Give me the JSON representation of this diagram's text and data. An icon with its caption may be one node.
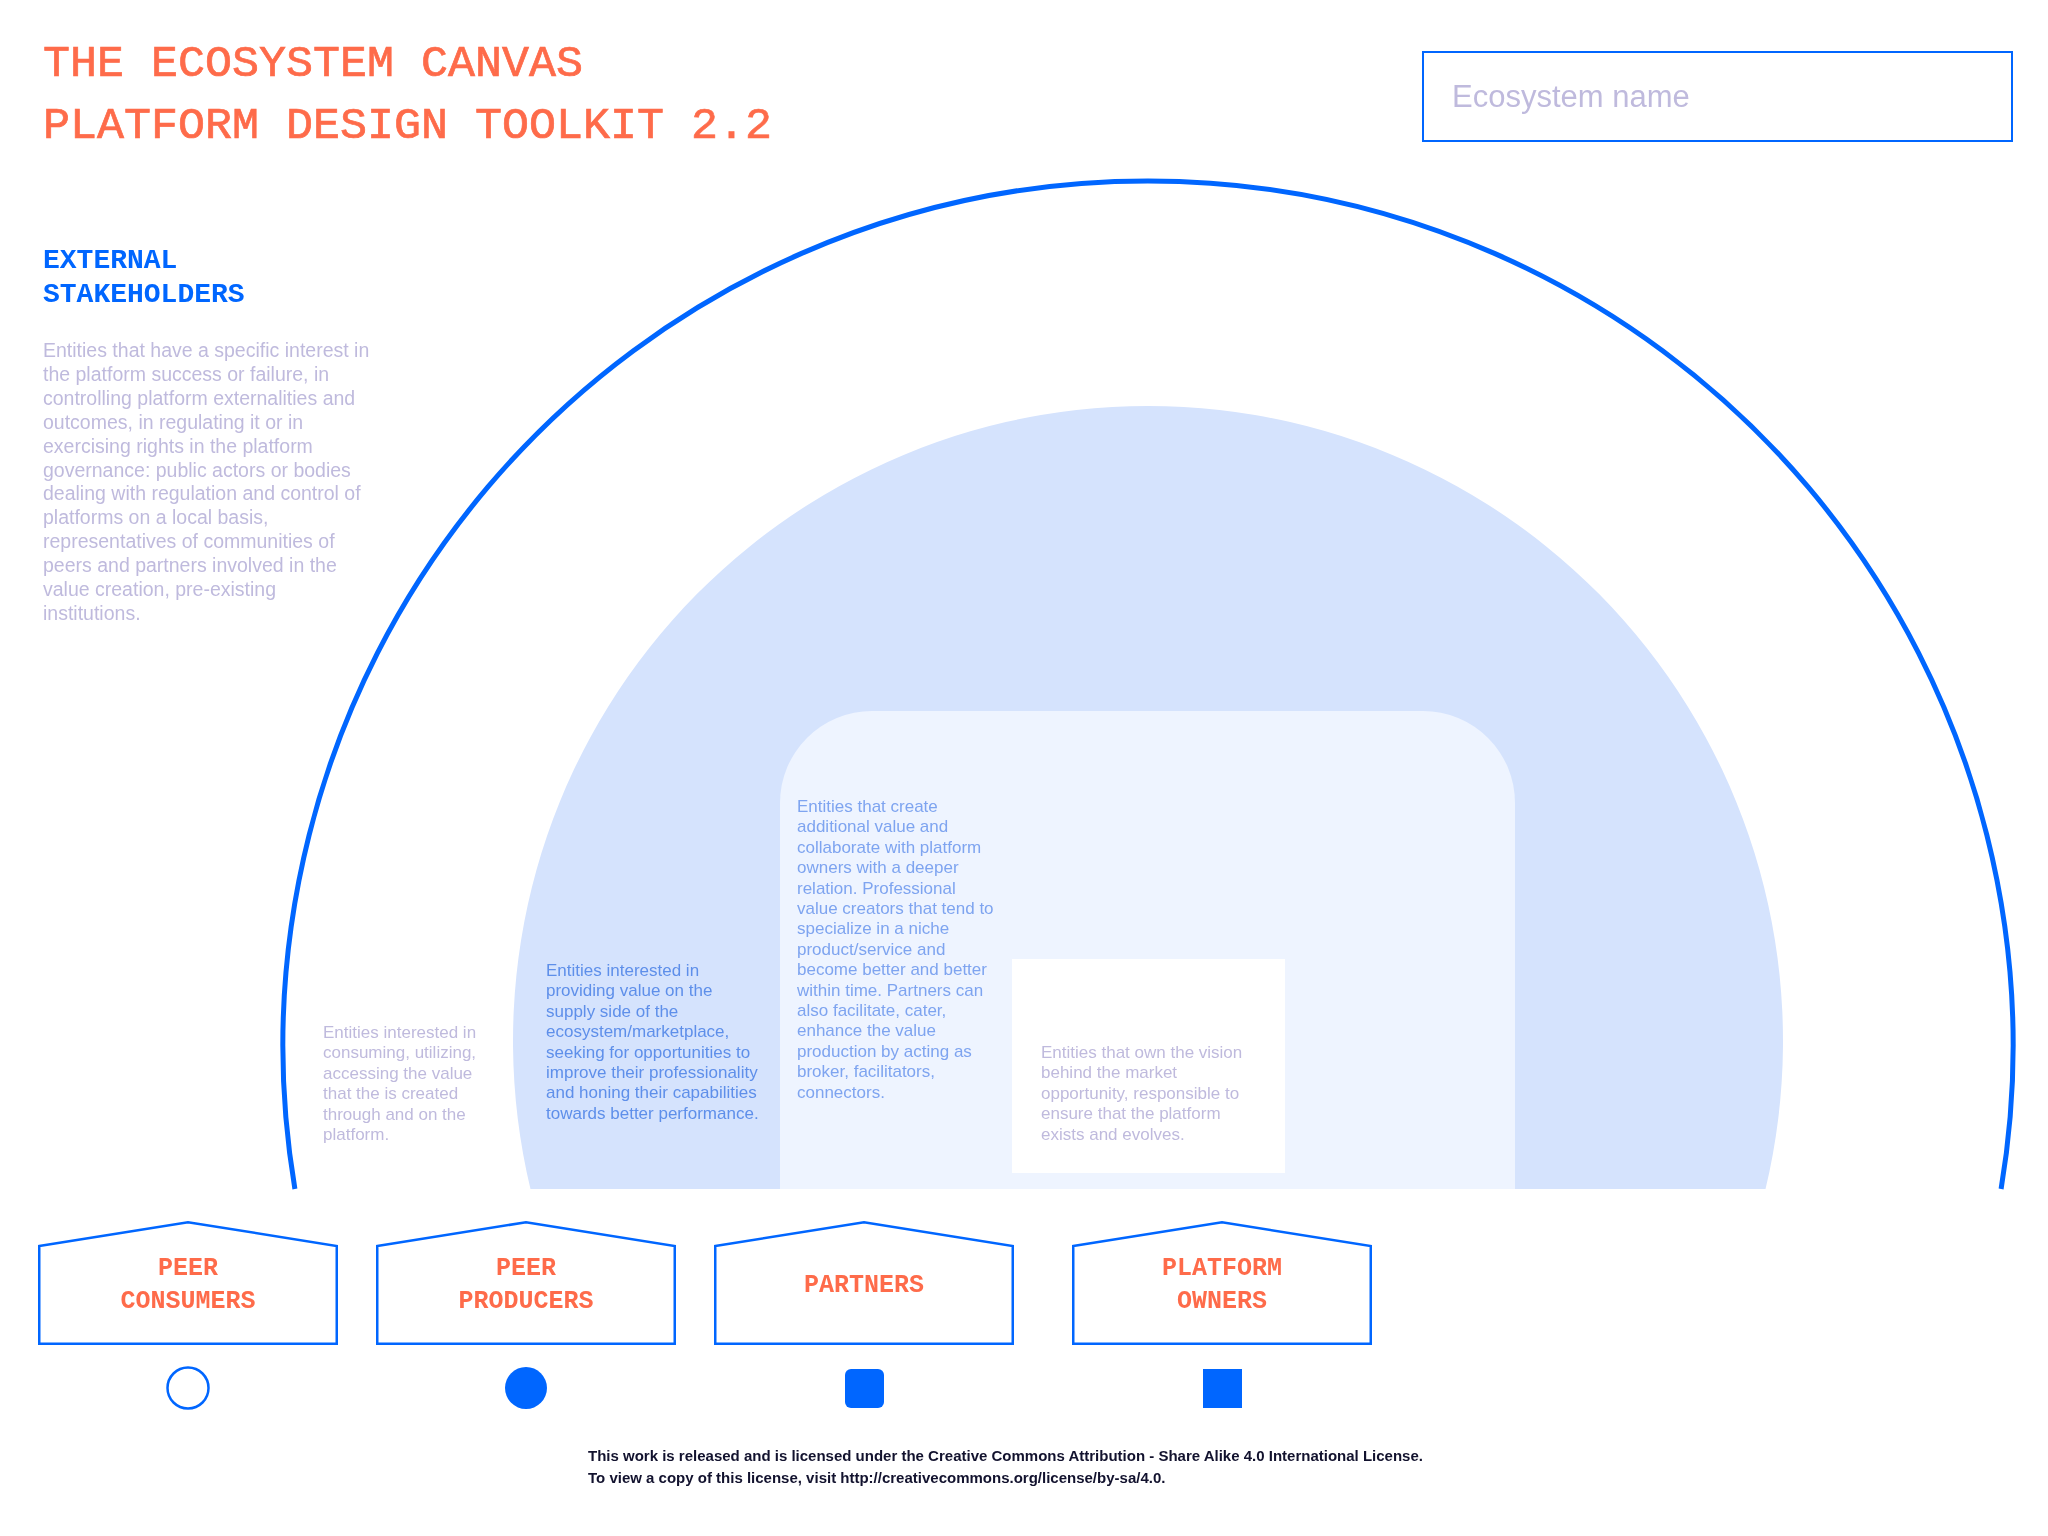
{
  "diagram": {
    "title": "THE ECOSYSTEM CANVAS PLATFORM DESIGN TOOLKIT 2.2",
    "nodes": [
      {
        "text": [
          "Ecosystem name"
        ]
      },
      {
        "text": [
          "Entities interested in consuming, utilizing, accessing the value that the is created through and on the platform."
        ]
      },
      {
        "text": [
          "Entities interested in providing value on the supply side of the ecosystem/marketplace, seeking for opportunities to improve their professionality and honing their capabilities towards better performance."
        ],
        "in": 1
      },
      {
        "text": [
          "Entities that create additional value and collaborate with platform owners with a deeper relation. Professional value creators that tend to specialize in a niche product/service and become better and better within time. Partners can also facilitate, cater, enhance the value production by acting as broker, facilitators, connectors."
        ],
        "in": 2
      },
      {
        "text": [
          "Entities that own the vision behind the market opportunity, responsible to ensure that the platform exists and evolves."
        ],
        "in": 3
      },
      {
        "text": [
          "PEER CONSUMERS"
        ]
      },
      {
        "text": [
          "PEER PRODUCERS"
        ]
      },
      {
        "text": [
          "PARTNERS"
        ]
      },
      {
        "text": [
          "PLATFORM OWNERS"
        ]
      }
    ],
    "labels": [
      "EXTERNAL STAKEHOLDERS",
      "Entities that have a specific interest in the platform success or failure, in controlling platform externalities and outcomes, in regulating it or in exercising rights in the platform governance: public actors or bodies dealing with regulation and control of platforms on a local basis, representatives of communities of peers and partners involved in the value creation, pre-existing institutions.",
      "This work is released and is licensed under the Creative Commons Attribution - Share Alike 4.0 International License.",
      "To view a copy of this license, visit http://creativecommons.org/license/by-sa/4.0."
    ]
  }
}
